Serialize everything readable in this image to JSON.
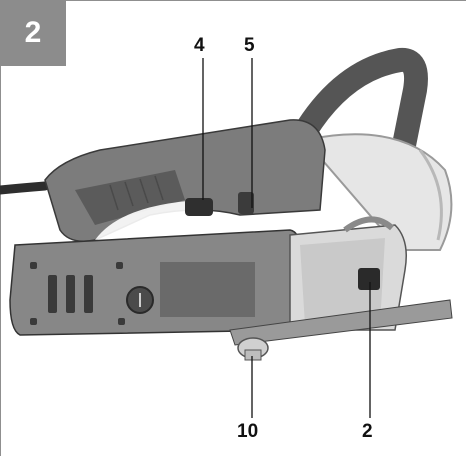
{
  "figure": {
    "number": "2",
    "callouts": {
      "c4": "4",
      "c5": "5",
      "c10": "10",
      "c2": "2"
    }
  },
  "colors": {
    "badge": "#8c8c8c",
    "tool_body": "#7a7a7a",
    "tool_dark": "#3a3a3a",
    "blade": "#e8e8e8",
    "panel": "#d9d9d9"
  }
}
